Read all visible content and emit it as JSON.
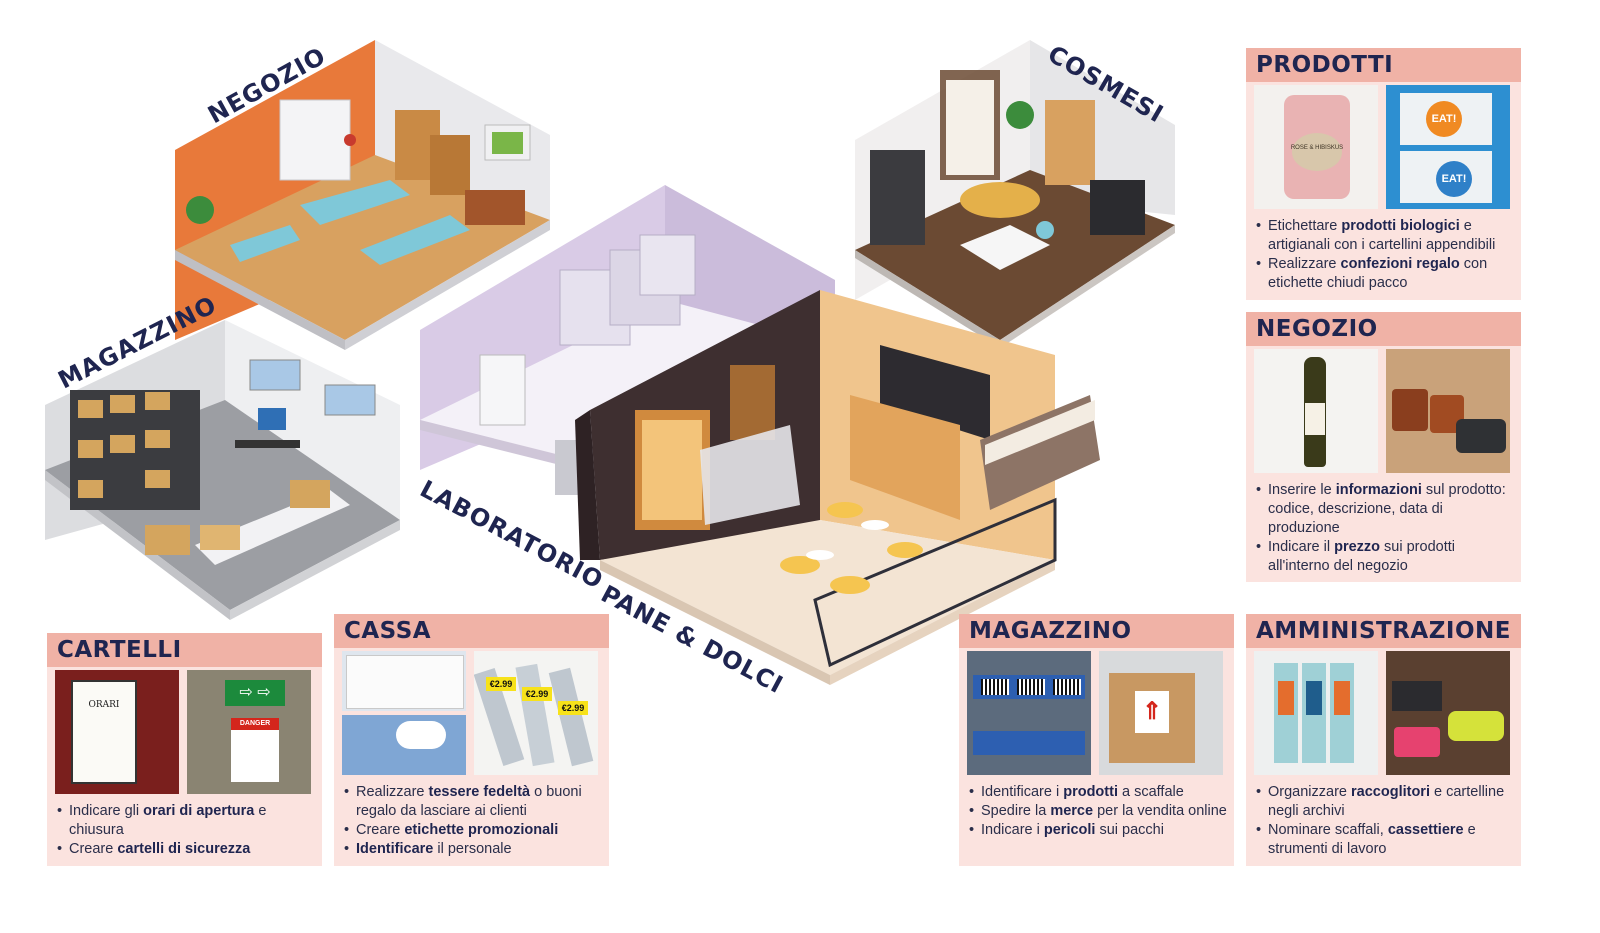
{
  "rooms": {
    "negozio": "NEGOZIO",
    "cosmesi": "COSMESI",
    "magazzino": "MAGAZZINO",
    "laboratorio": "LABORATORIO",
    "pane_dolci": "PANE & DOLCI"
  },
  "cards": {
    "prodotti": {
      "title": "PRODOTTI",
      "photo_labels": [
        "ROSE & HIBISKUS",
        "EAT!",
        "EAT!"
      ],
      "bullets": [
        [
          {
            "t": "Etichettare "
          },
          {
            "b": "prodotti biologici"
          },
          {
            "t": " e artigianali con i cartellini appendibili"
          }
        ],
        [
          {
            "t": "Realizzare "
          },
          {
            "b": "confezioni regalo"
          },
          {
            "t": " con etichette chiudi pacco"
          }
        ]
      ]
    },
    "negozio": {
      "title": "NEGOZIO",
      "bullets": [
        [
          {
            "t": "Inserire le "
          },
          {
            "b": "informazioni"
          },
          {
            "t": " sul prodotto: codice, descrizione, data di produzione"
          }
        ],
        [
          {
            "t": "Indicare il "
          },
          {
            "b": "prezzo"
          },
          {
            "t": " sui prodotti all'interno del negozio"
          }
        ]
      ]
    },
    "cartelli": {
      "title": "CARTELLI",
      "photo_labels": [
        "ORARI",
        "DANGER"
      ],
      "bullets": [
        [
          {
            "t": "Indicare gli "
          },
          {
            "b": "orari di apertura"
          },
          {
            "t": " e chiusura"
          }
        ],
        [
          {
            "t": "Creare "
          },
          {
            "b": "cartelli di sicurezza"
          }
        ]
      ]
    },
    "cassa": {
      "title": "CASSA",
      "photo_labels": [
        "€2.99",
        "€2.99",
        "€2.99"
      ],
      "bullets": [
        [
          {
            "t": "Realizzare "
          },
          {
            "b": "tessere fedeltà"
          },
          {
            "t": " o buoni regalo da lasciare ai clienti"
          }
        ],
        [
          {
            "t": "Creare "
          },
          {
            "b": "etichette promozionali"
          }
        ],
        [
          {
            "b": "Identificare"
          },
          {
            "t": " il personale"
          }
        ]
      ]
    },
    "magazzino": {
      "title": "MAGAZZINO",
      "bullets": [
        [
          {
            "t": "Identificare i "
          },
          {
            "b": "prodotti"
          },
          {
            "t": " a scaffale"
          }
        ],
        [
          {
            "t": "Spedire la "
          },
          {
            "b": "merce"
          },
          {
            "t": " per la vendita online"
          }
        ],
        [
          {
            "t": "Indicare i "
          },
          {
            "b": "pericoli"
          },
          {
            "t": " sui pacchi"
          }
        ]
      ]
    },
    "amministrazione": {
      "title": "AMMINISTRAZIONE",
      "bullets": [
        [
          {
            "t": "Organizzare "
          },
          {
            "b": "raccoglitori"
          },
          {
            "t": " e cartelline negli archivi"
          }
        ],
        [
          {
            "t": "Nominare scaffali, "
          },
          {
            "b": "cassettiere"
          },
          {
            "t": " e strumenti di lavoro"
          }
        ]
      ]
    }
  },
  "colors": {
    "card_bg": "#fbe3df",
    "card_header": "#f0b2a6",
    "title": "#1f2550",
    "negozio_wall": "#e8793a",
    "floor_wood": "#d8a160",
    "cosmesi_floor": "#6b4a33",
    "warehouse_grey": "#a7a9ad",
    "bakery_lilac": "#d9cbe6"
  }
}
